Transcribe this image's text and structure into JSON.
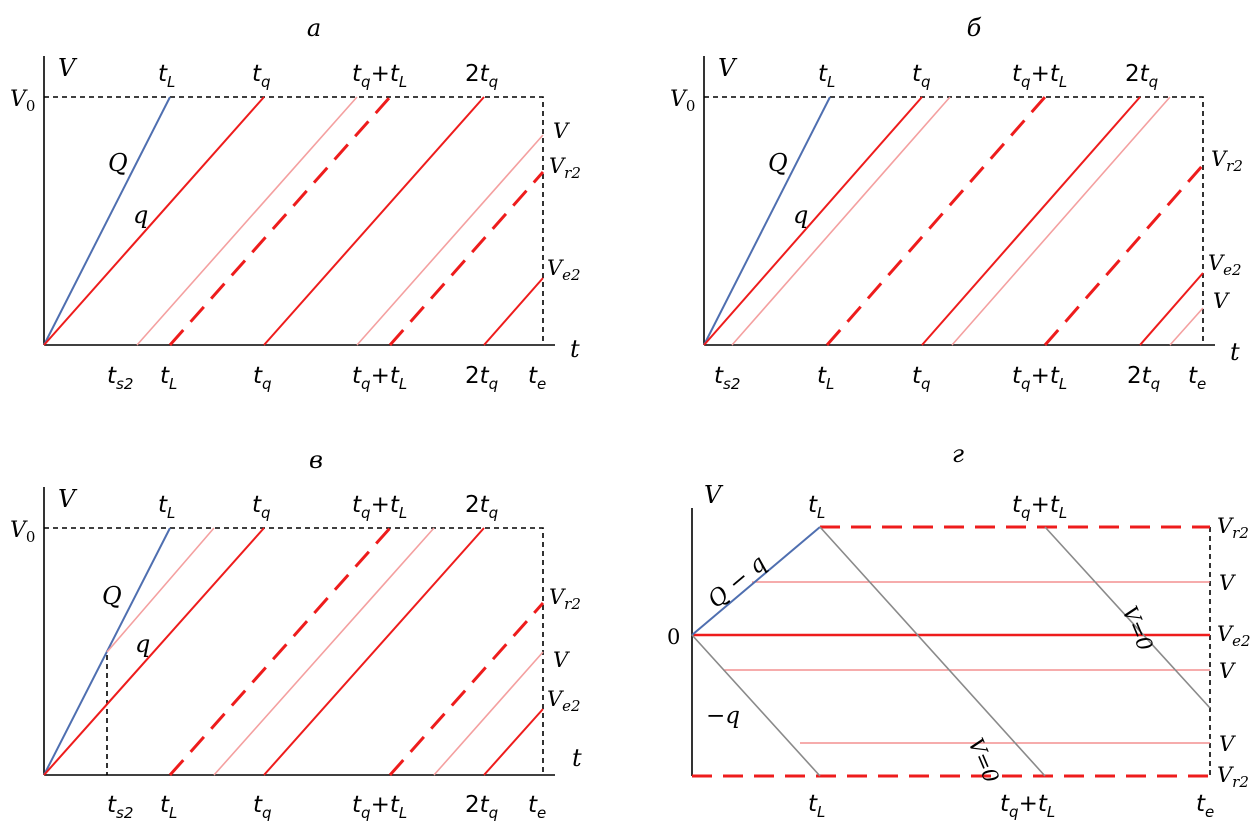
{
  "panels": [
    {
      "id": "a",
      "letter": "а",
      "top_labels": {
        "V": "V",
        "V0": "V",
        "t_L": "t",
        "t_q": "t",
        "tq_tL": "t",
        "two_tq": "2t"
      },
      "curve_labels": {
        "Q": "Q",
        "q": "q"
      },
      "right_labels": [
        "V",
        "V",
        "V"
      ],
      "right_subs": [
        "",
        "r2",
        "e2"
      ],
      "bottom_labels": {
        "t": "t",
        "t_s2": "t",
        "t_L": "t",
        "t_q": "t",
        "tq_tL": "t",
        "two_tq": "2t",
        "t_e": "t"
      }
    },
    {
      "id": "b",
      "letter": "б",
      "right_labels": [
        "V",
        "V",
        "V",
        "t"
      ],
      "right_subs": [
        "r2",
        "e2",
        "",
        ""
      ]
    },
    {
      "id": "v",
      "letter": "в",
      "right_labels": [
        "V",
        "V",
        "V",
        "t"
      ],
      "right_subs": [
        "r2",
        "",
        "e2",
        ""
      ]
    },
    {
      "id": "g",
      "letter": "г",
      "zero": "0",
      "curve_labels": {
        "Q_minus_q": "Q − q",
        "minus_q": "−q",
        "v_zero_1": "V=0",
        "v_zero_2": "V=0"
      },
      "right_labels": [
        "V",
        "V",
        "V",
        "V",
        "V",
        "V"
      ],
      "right_subs": [
        "r2",
        "",
        "e2",
        "",
        "",
        "r2"
      ]
    }
  ],
  "symbols": {
    "V": "V",
    "t": "t",
    "zero_sub": "0",
    "sub_L": "L",
    "sub_q": "q",
    "sub_s2": "s2",
    "sub_e": "e",
    "plus": "+"
  },
  "colors": {
    "axis": "#000000",
    "Q_line": "#4f6fb0",
    "red": "#ee1c1c",
    "pink": "#f4a0a0",
    "gray": "#8a8a8a"
  }
}
